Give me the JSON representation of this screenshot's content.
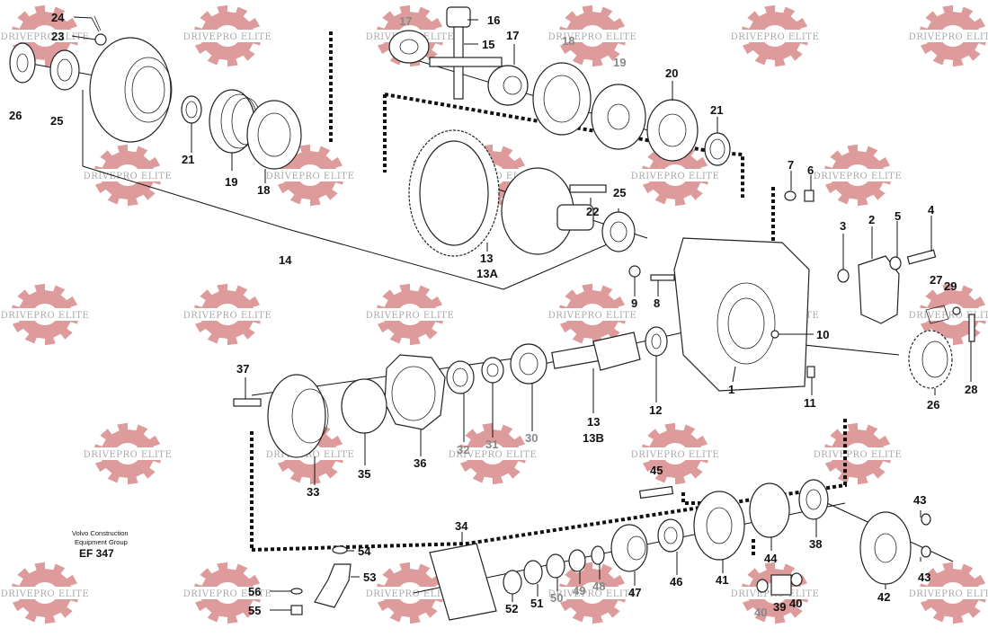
{
  "watermark": {
    "text": "DRIVEPRO ELITE",
    "color": "#d98a8a",
    "icon": "gear-icon"
  },
  "caption": {
    "line1": "Volvo Construction",
    "line2": "Equipment Group",
    "code": "EF 347"
  },
  "callouts": [
    {
      "id": "c24",
      "text": "24"
    },
    {
      "id": "c23",
      "text": "23"
    },
    {
      "id": "c26a",
      "text": "26"
    },
    {
      "id": "c25a",
      "text": "25"
    },
    {
      "id": "c21a",
      "text": "21"
    },
    {
      "id": "c19a",
      "text": "19"
    },
    {
      "id": "c18a",
      "text": "18"
    },
    {
      "id": "c14",
      "text": "14"
    },
    {
      "id": "c17a",
      "text": "17"
    },
    {
      "id": "c16",
      "text": "16"
    },
    {
      "id": "c15",
      "text": "15"
    },
    {
      "id": "c17b",
      "text": "17"
    },
    {
      "id": "c18b",
      "text": "18"
    },
    {
      "id": "c19b",
      "text": "19"
    },
    {
      "id": "c20",
      "text": "20"
    },
    {
      "id": "c21b",
      "text": "21"
    },
    {
      "id": "c22",
      "text": "22"
    },
    {
      "id": "c25b",
      "text": "25"
    },
    {
      "id": "c13",
      "text": "13"
    },
    {
      "id": "c13a",
      "text": "13A"
    },
    {
      "id": "c7",
      "text": "7"
    },
    {
      "id": "c6",
      "text": "6"
    },
    {
      "id": "c3",
      "text": "3"
    },
    {
      "id": "c2",
      "text": "2"
    },
    {
      "id": "c5",
      "text": "5"
    },
    {
      "id": "c4",
      "text": "4"
    },
    {
      "id": "c9",
      "text": "9"
    },
    {
      "id": "c8",
      "text": "8"
    },
    {
      "id": "c27",
      "text": "27"
    },
    {
      "id": "c29",
      "text": "29"
    },
    {
      "id": "c10",
      "text": "10"
    },
    {
      "id": "c1",
      "text": "1"
    },
    {
      "id": "c11",
      "text": "11"
    },
    {
      "id": "c26b",
      "text": "26"
    },
    {
      "id": "c28",
      "text": "28"
    },
    {
      "id": "c37",
      "text": "37"
    },
    {
      "id": "c35",
      "text": "35"
    },
    {
      "id": "c36",
      "text": "36"
    },
    {
      "id": "c33",
      "text": "33"
    },
    {
      "id": "c32",
      "text": "32"
    },
    {
      "id": "c31",
      "text": "31"
    },
    {
      "id": "c30",
      "text": "30"
    },
    {
      "id": "c13c",
      "text": "13"
    },
    {
      "id": "c13b",
      "text": "13B"
    },
    {
      "id": "c12",
      "text": "12"
    },
    {
      "id": "c45",
      "text": "45"
    },
    {
      "id": "c43a",
      "text": "43"
    },
    {
      "id": "c43b",
      "text": "43"
    },
    {
      "id": "c38",
      "text": "38"
    },
    {
      "id": "c44",
      "text": "44"
    },
    {
      "id": "c42",
      "text": "42"
    },
    {
      "id": "c41",
      "text": "41"
    },
    {
      "id": "c46",
      "text": "46"
    },
    {
      "id": "c47",
      "text": "47"
    },
    {
      "id": "c48",
      "text": "48"
    },
    {
      "id": "c49",
      "text": "49"
    },
    {
      "id": "c50",
      "text": "50"
    },
    {
      "id": "c51",
      "text": "51"
    },
    {
      "id": "c52",
      "text": "52"
    },
    {
      "id": "c34",
      "text": "34"
    },
    {
      "id": "c54",
      "text": "54"
    },
    {
      "id": "c53",
      "text": "53"
    },
    {
      "id": "c56",
      "text": "56"
    },
    {
      "id": "c55",
      "text": "55"
    },
    {
      "id": "c40a",
      "text": "40"
    },
    {
      "id": "c39",
      "text": "39"
    },
    {
      "id": "c40b",
      "text": "40"
    }
  ]
}
